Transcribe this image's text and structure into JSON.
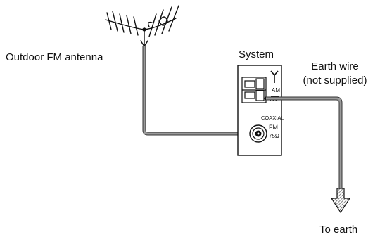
{
  "labels": {
    "outdoor_antenna": "Outdoor FM antenna",
    "system": "System",
    "earth_wire_line1": "Earth wire",
    "earth_wire_line2": "(not supplied)",
    "to_earth": "To earth"
  },
  "panel": {
    "am_label": "AM",
    "coaxial_label": "COAXIAL",
    "fm_label": "FM",
    "ohm_label": "75Ω"
  },
  "colors": {
    "line": "#111111",
    "cable": "#8a8a8a",
    "panel_fill": "#ffffff"
  },
  "icons": [
    "outdoor-fm-antenna-icon",
    "am-antenna-icon",
    "ground-symbol-icon",
    "arrow-down-icon"
  ]
}
